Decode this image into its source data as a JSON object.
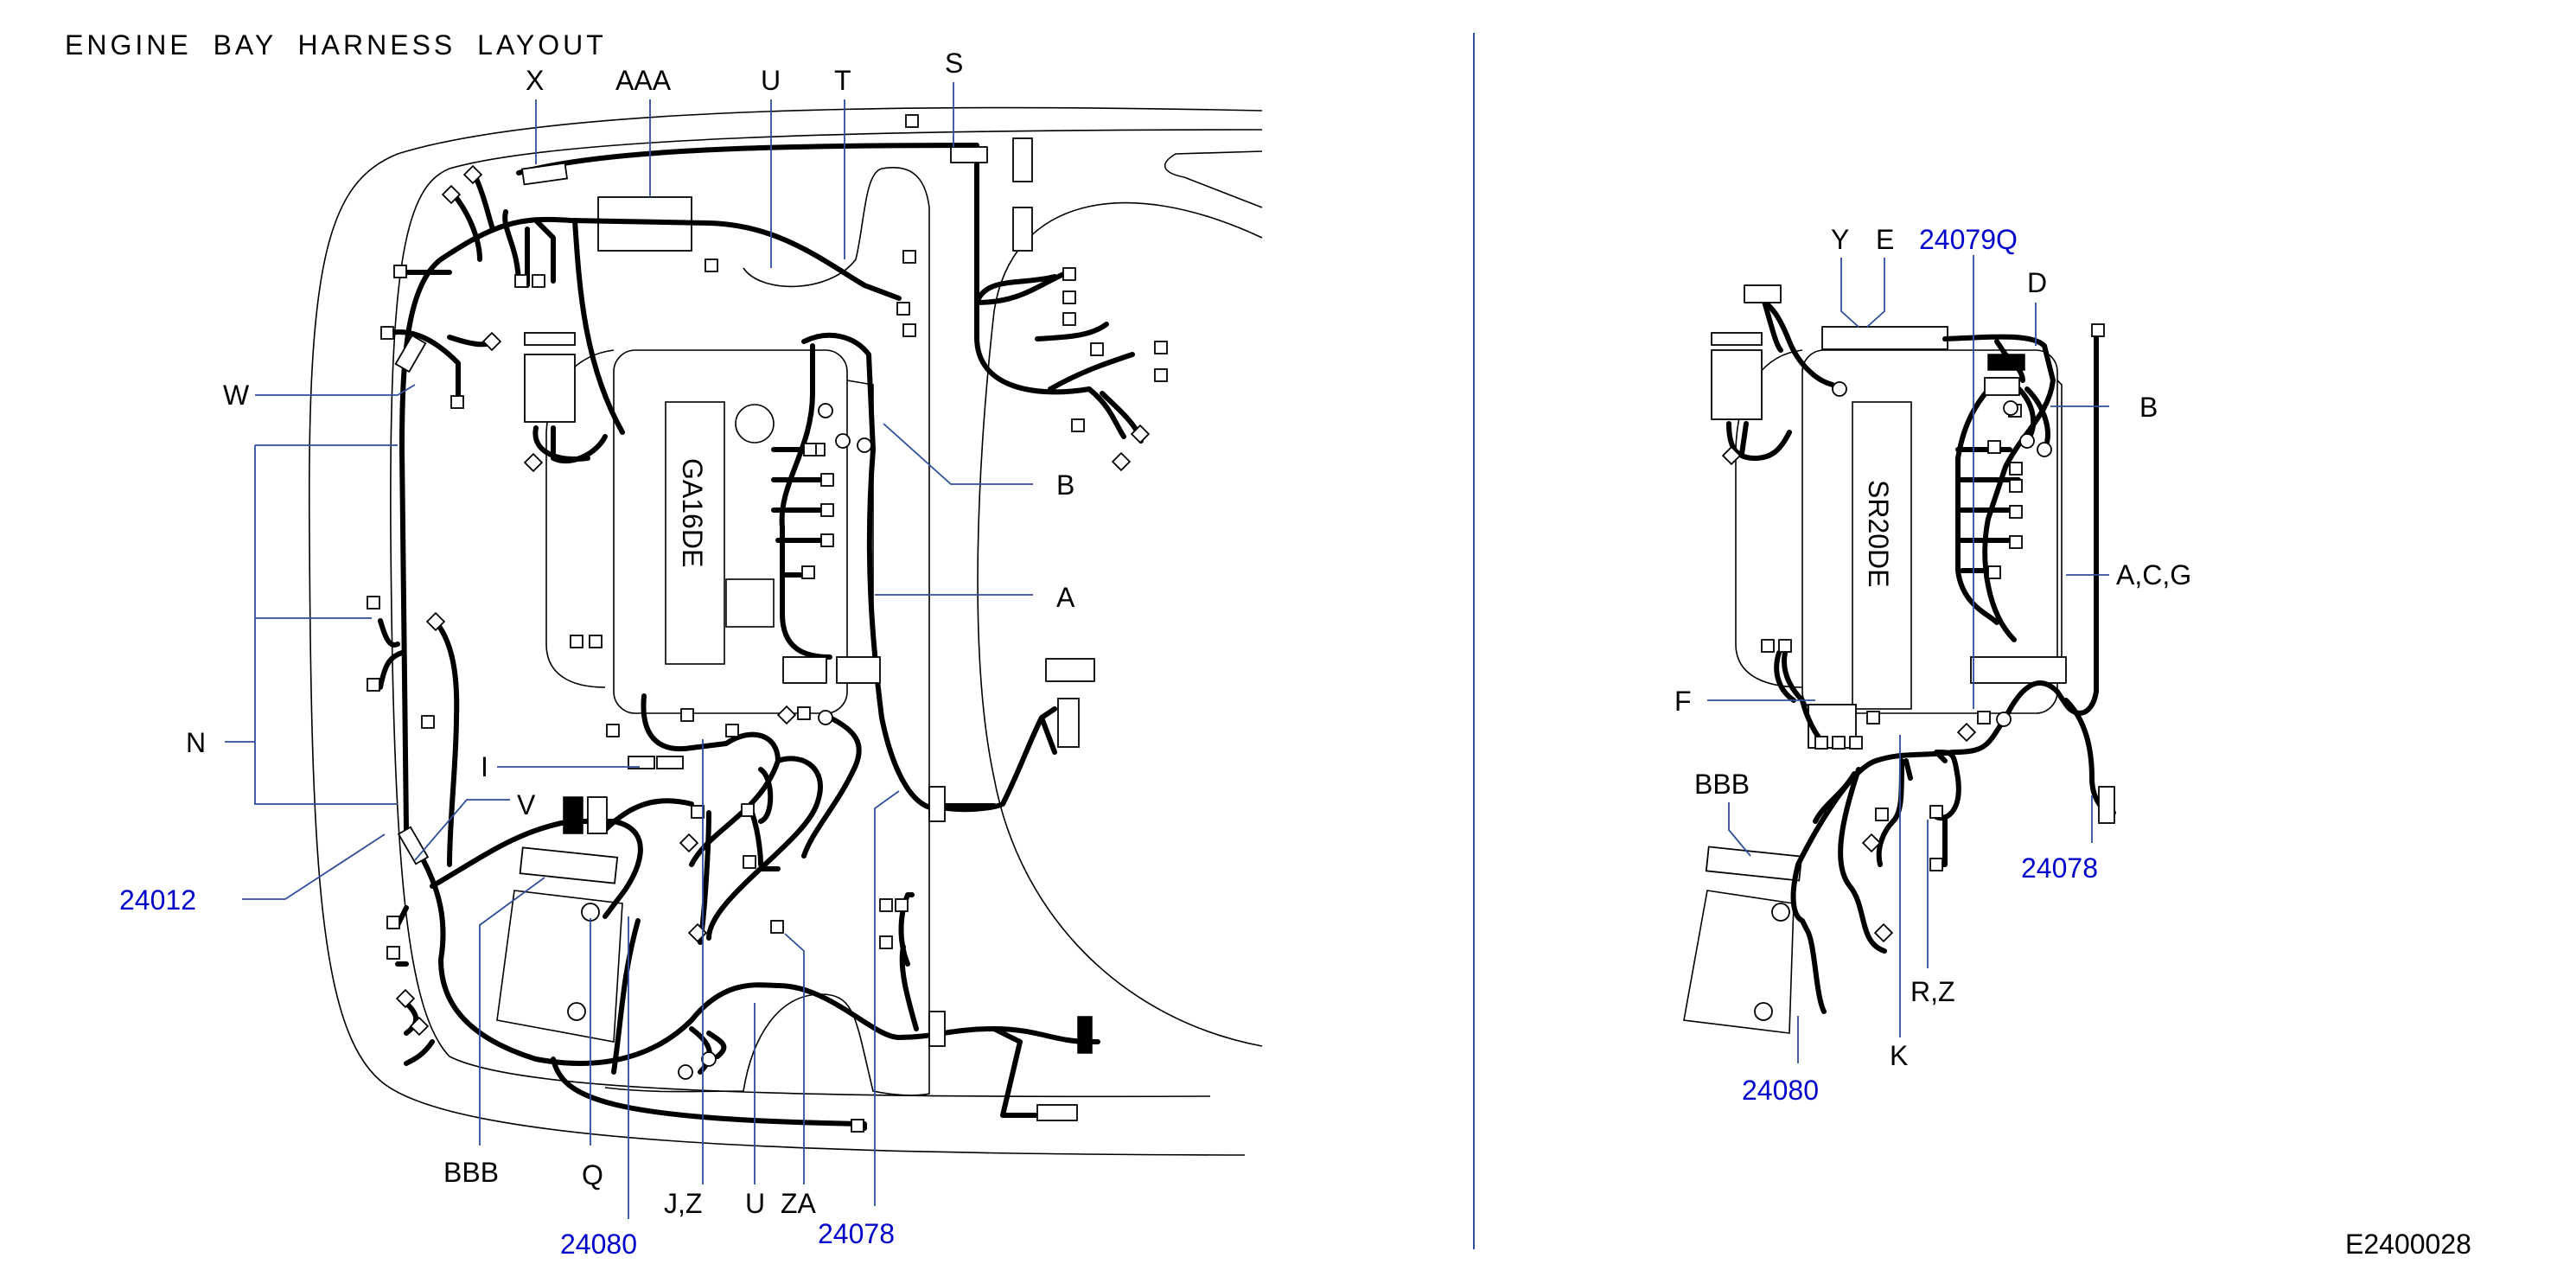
{
  "title": "ENGINE BAY HARNESS LAYOUT",
  "figure_id": "E2400028",
  "colors": {
    "black_label": "#000000",
    "blue_label": "#0000cc",
    "leader": "#2f4f9a"
  },
  "left_view": {
    "engine_label": "GA16DE",
    "labels": {
      "X": "X",
      "AAA": "AAA",
      "U_top": "U",
      "T": "T",
      "S": "S",
      "W": "W",
      "B": "B",
      "A": "A",
      "N": "N",
      "I": "I",
      "V": "V",
      "part_24012": "24012",
      "BBB": "BBB",
      "Q": "Q",
      "J_Z": "J,Z",
      "U_bottom": "U",
      "ZA": "ZA",
      "part_24078": "24078",
      "part_24080": "24080"
    }
  },
  "right_view": {
    "engine_label": "SR20DE",
    "labels": {
      "Y": "Y",
      "E": "E",
      "part_24079Q": "24079Q",
      "D": "D",
      "B": "B",
      "A_C_G": "A,C,G",
      "F": "F",
      "BBB": "BBB",
      "part_24078": "24078",
      "R_Z": "R,Z",
      "K": "K",
      "part_24080": "24080"
    }
  }
}
